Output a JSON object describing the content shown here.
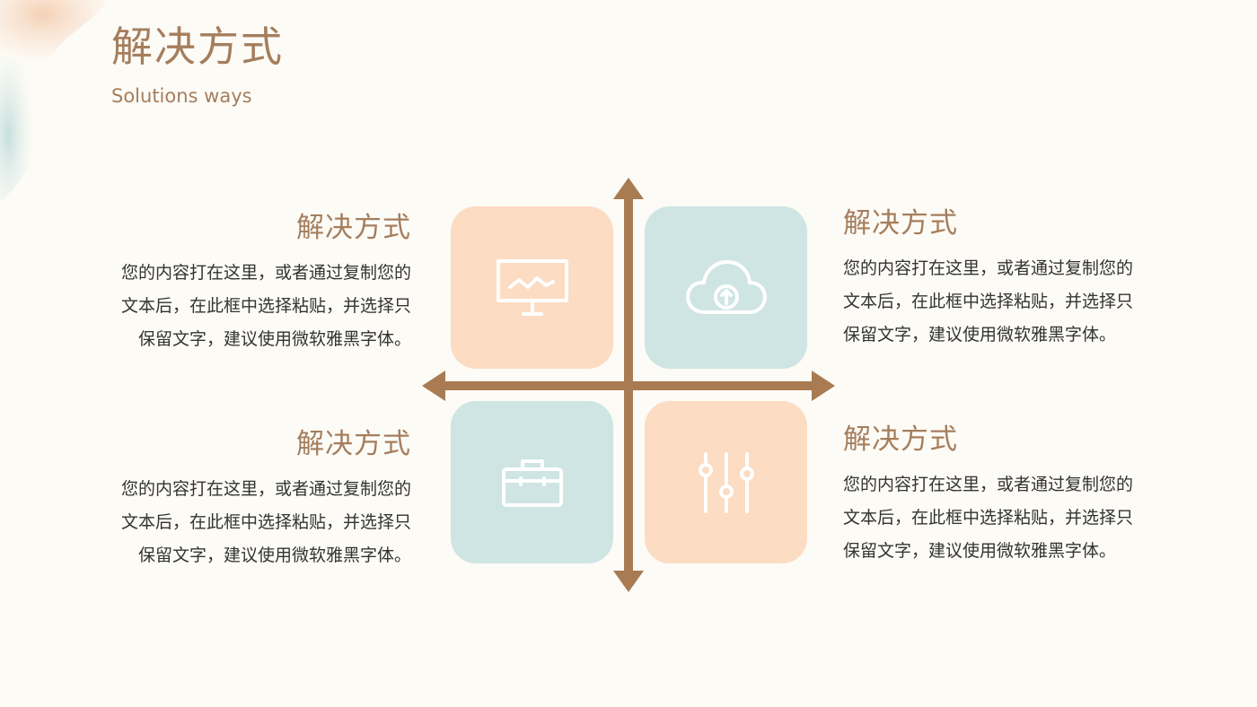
{
  "page": {
    "title": "解决方式",
    "subtitle": "Solutions ways"
  },
  "colors": {
    "accent": "#a57e5d",
    "arrow": "#a87b52",
    "peach_tile": "#fcdcc2",
    "teal_tile": "#cee5e3",
    "body_text": "#333333",
    "background": "#fdfbf6"
  },
  "blocks": [
    {
      "title": "解决方式",
      "lines": [
        "您的内容打在这里，或者通过复制您的",
        "文本后，在此框中选择粘贴，并选择只",
        "保留文字，建议使用微软雅黑字体。"
      ]
    },
    {
      "title": "解决方式",
      "lines": [
        "您的内容打在这里，或者通过复制您的",
        "文本后，在此框中选择粘贴，并选择只",
        "保留文字，建议使用微软雅黑字体。"
      ]
    },
    {
      "title": "解决方式",
      "lines": [
        "您的内容打在这里，或者通过复制您的",
        "文本后，在此框中选择粘贴，并选择只",
        "保留文字，建议使用微软雅黑字体。"
      ]
    },
    {
      "title": "解决方式",
      "lines": [
        "您的内容打在这里，或者通过复制您的",
        "文本后，在此框中选择粘贴，并选择只",
        "保留文字，建议使用微软雅黑字体。"
      ]
    }
  ],
  "tiles": [
    {
      "icon": "presentation-chart-icon",
      "color": "peach"
    },
    {
      "icon": "cloud-upload-icon",
      "color": "teal"
    },
    {
      "icon": "briefcase-icon",
      "color": "teal"
    },
    {
      "icon": "sliders-icon",
      "color": "peach"
    }
  ]
}
